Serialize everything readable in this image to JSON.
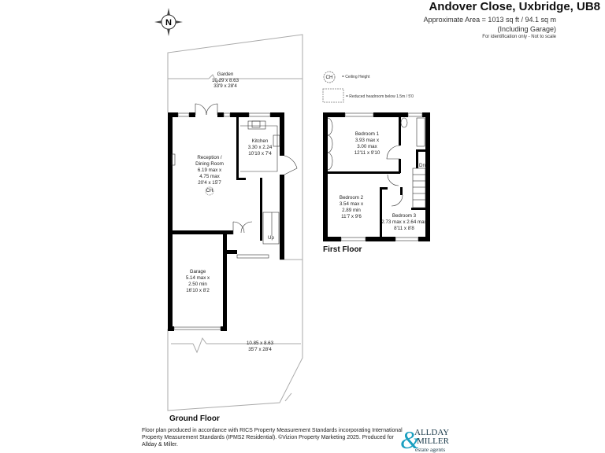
{
  "header": {
    "title": "Andover Close, Uxbridge, UB8",
    "area": "Approximate Area = 1013 sq ft / 94.1 sq m",
    "including": "(Including Garage)",
    "note": "For identification only - Not to scale"
  },
  "compass": {
    "letter": "N"
  },
  "legend": {
    "ch_symbol": "CH",
    "ch_label": "= Ceiling Height",
    "headroom_label": "= Reduced headroom below 1.5m / 5'0"
  },
  "ground_floor": {
    "label": "Ground Floor",
    "garden": {
      "name": "Garden",
      "m": "10.29 x 8.63",
      "ft": "33'9 x 28'4"
    },
    "kitchen": {
      "name": "Kitchen",
      "m": "3.30 x 2.24",
      "ft": "10'10 x 7'4"
    },
    "reception": {
      "name1": "Reception /",
      "name2": "Dining Room",
      "m1": "6.19 max x",
      "m2": "4.75 max",
      "ft": "20'4 x 15'7",
      "ch": "CH"
    },
    "garage": {
      "name": "Garage",
      "m1": "5.14 max x",
      "m2": "2.50 min",
      "ft": "16'10 x 8'2"
    },
    "front": {
      "m": "10.85 x 8.63",
      "ft": "35'7 x 28'4"
    },
    "stairs": "Up"
  },
  "first_floor": {
    "label": "First Floor",
    "bedroom1": {
      "name": "Bedroom 1",
      "m1": "3.93 max x",
      "m2": "3.00 max",
      "ft": "12'11 x 9'10"
    },
    "bedroom2": {
      "name": "Bedroom 2",
      "m1": "3.54 max x",
      "m2": "2.89 min",
      "ft": "11'7 x 9'6"
    },
    "bedroom3": {
      "name": "Bedroom 3",
      "m": "2.73 max x 2.64 max",
      "ft": "8'11 x 8'8"
    },
    "stairs": "Dn"
  },
  "footer": {
    "text": "Floor plan produced in accordance with RICS Property Measurement Standards incorporating International Property Measurement Standards (IPMS2 Residential). ©Vizion Property Marketing 2025. Produced for Allday & Miller."
  },
  "logo": {
    "amp": "&",
    "line1": "ALLDAY",
    "line2": "MILLER",
    "line3": "estate agents",
    "color": "#1a9fc0"
  }
}
